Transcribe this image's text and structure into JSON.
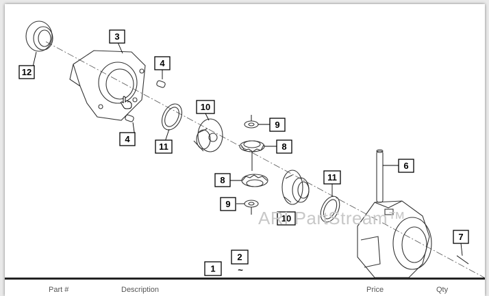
{
  "diagram": {
    "callouts": {
      "c1": "1",
      "c2": "2",
      "c3": "3",
      "c4a": "4",
      "c4b": "4",
      "c6": "6",
      "c7": "7",
      "c8a": "8",
      "c8b": "8",
      "c9a": "9",
      "c9b": "9",
      "c10a": "10",
      "c10b": "10",
      "c11a": "11",
      "c11b": "11",
      "c12": "12"
    },
    "tilde": "~",
    "watermark": "ARI PartStream™"
  },
  "table": {
    "columns": [
      "Part #",
      "Description",
      "Price",
      "Qty"
    ]
  },
  "cursor_icon": "hand-pointer-icon"
}
